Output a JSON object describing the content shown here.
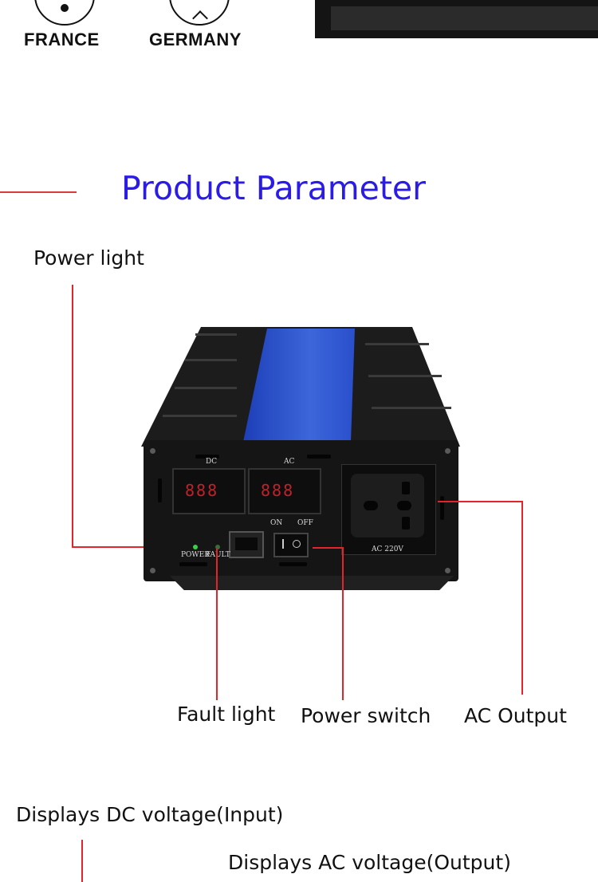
{
  "plugs": {
    "left_label": "FRANCE",
    "right_label": "GERMANY"
  },
  "section_title": "Product Parameter",
  "device": {
    "dc_label": "DC",
    "ac_label": "AC",
    "dc_digits": "888",
    "ac_digits": "888",
    "on_label": "ON",
    "off_label": "OFF",
    "power_label": "POWER",
    "fault_label": "FAULT",
    "socket_label": "AC  220V"
  },
  "callouts": {
    "power_light": "Power light",
    "fault_light": "Fault light",
    "power_switch": "Power switch",
    "ac_output": "AC Output",
    "displays_dc": "Displays DC voltage(Input)",
    "displays_ac": "Displays AC voltage(Output)"
  },
  "colors": {
    "title": "#2a1be6",
    "callout_line": "#e3242b"
  }
}
